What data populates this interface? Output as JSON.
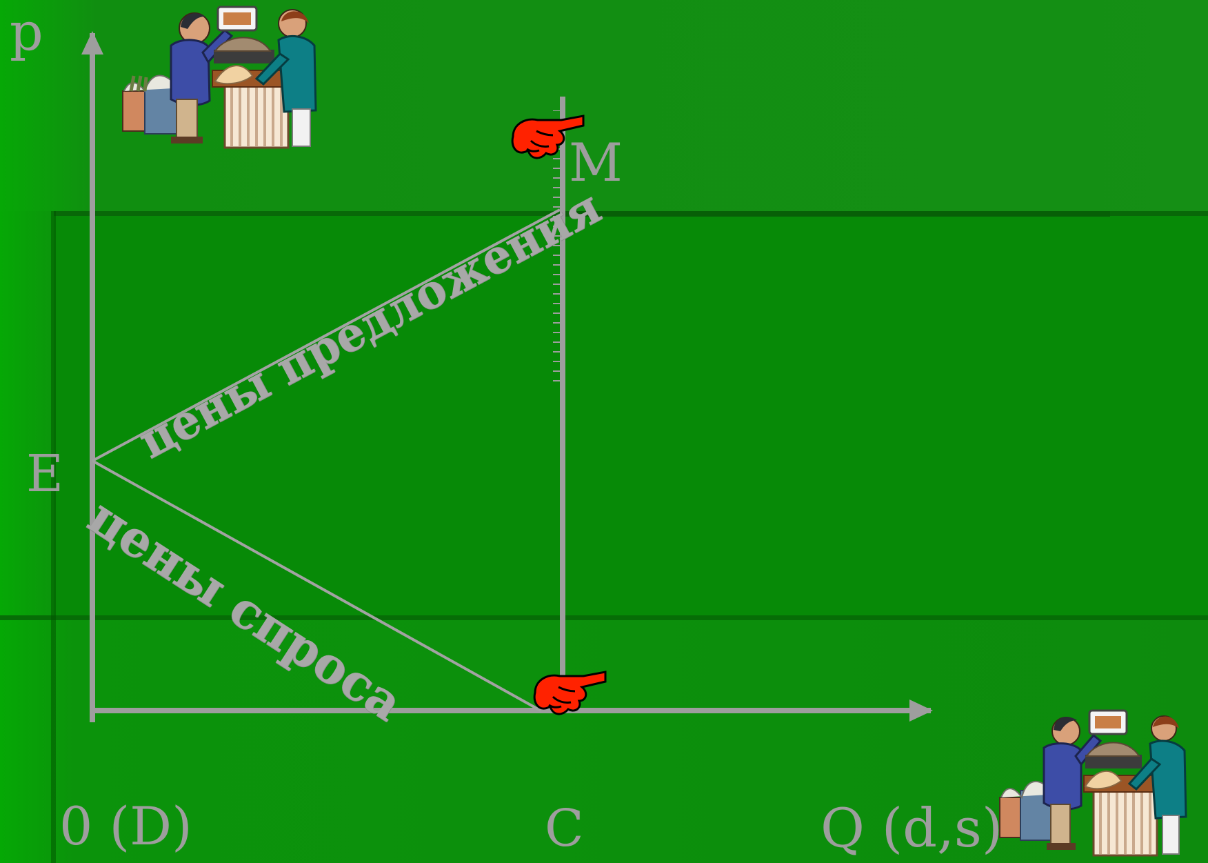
{
  "diagram": {
    "axis_p_label": "p",
    "point_e_label": "E",
    "point_m_label": "M",
    "origin_label": "0 (D)",
    "point_c_label": "C",
    "axis_q_label": "Q (d,s)",
    "supply_curve_label": "цены предложения",
    "demand_curve_label": "цены спроса"
  },
  "colors": {
    "background": "#0c8a0c",
    "line": "#9e9e9e",
    "pointer": "#ff2200"
  },
  "icons": {
    "top_illustration": "market-vendor-scene",
    "bottom_illustration": "market-vendor-scene",
    "m_marker": "pointing-hand-icon",
    "c_marker": "pointing-hand-icon"
  }
}
